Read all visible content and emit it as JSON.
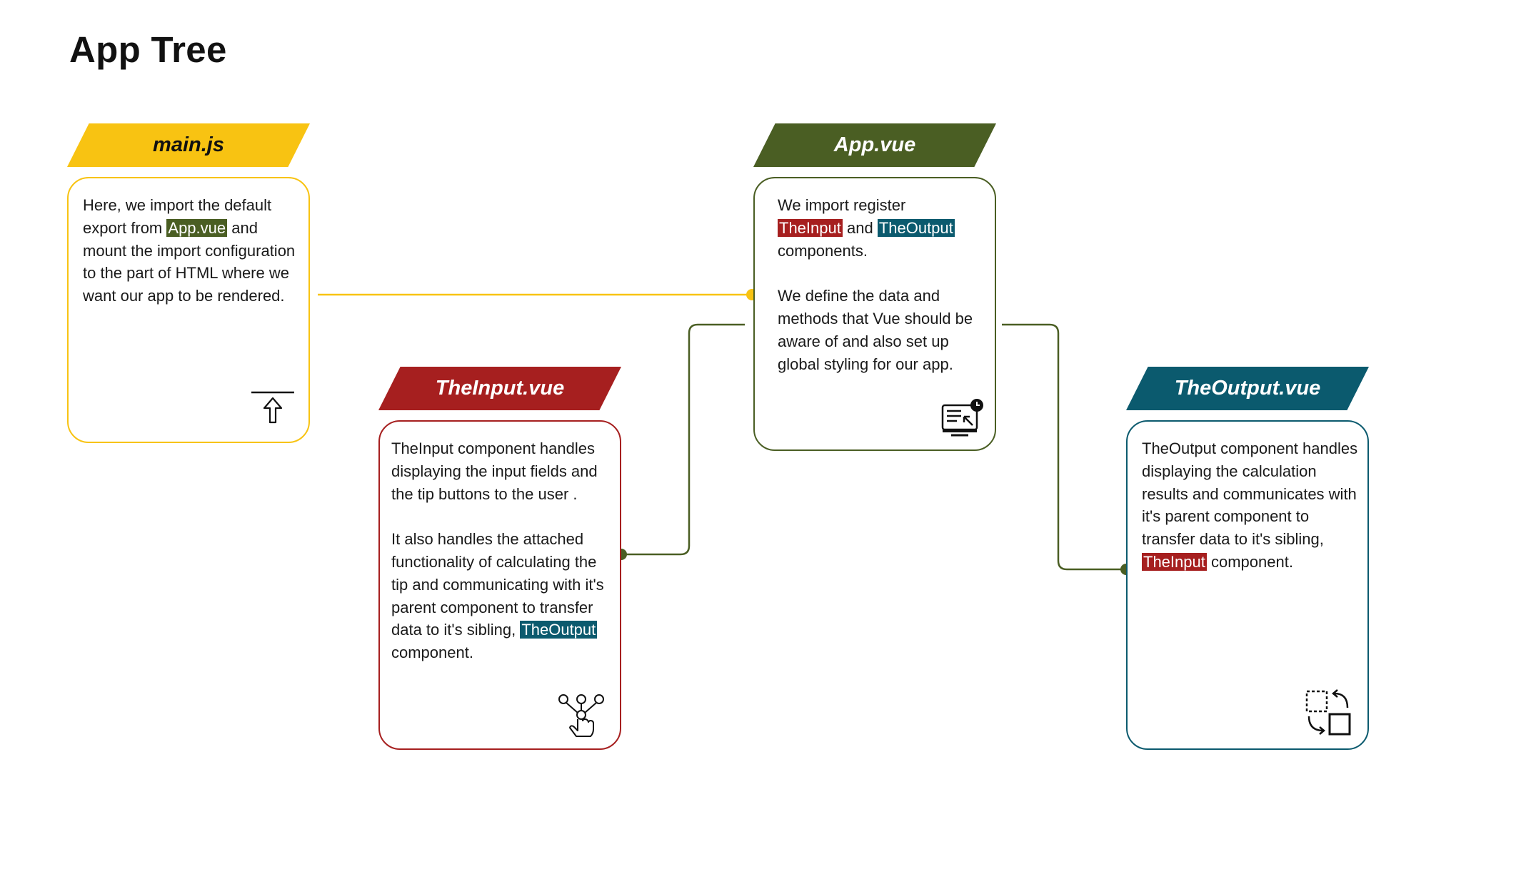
{
  "title": "App Tree",
  "colors": {
    "main": "#f8c312",
    "app": "#4a5e23",
    "input": "#a61f1f",
    "output": "#0b5a6e"
  },
  "nodes": {
    "main": {
      "tab": "main.js",
      "text": {
        "p1": "Here, we import the default export from",
        "hl1": "App.vue",
        "p2": "and mount the import configuration to the part of HTML where we want our app to be rendered."
      },
      "icon": "upload-icon"
    },
    "app": {
      "tab": "App.vue",
      "text": {
        "p1": "We import  register",
        "hl1": "TheInput",
        "mid": "and",
        "hl2": "TheOutput",
        "p2": "components.",
        "p3": "We define the data and methods that Vue should be aware of and also set up global styling for our app."
      },
      "icon": "monitor-clock-icon"
    },
    "input": {
      "tab": "TheInput.vue",
      "text": {
        "p1": "TheInput component handles displaying the input fields and the tip buttons to the user .",
        "p2": "It also handles the attached functionality of calculating the tip and communicating with it's parent component to transfer data to it's sibling,",
        "hl1": "TheOutput",
        "p3": "component."
      },
      "icon": "hand-pointer-network-icon"
    },
    "output": {
      "tab": "TheOutput.vue",
      "text": {
        "p1": "TheOutput component handles displaying the calculation results and communicates with it's parent component to transfer data to it's sibling,",
        "hl1": "TheInput",
        "p2": "component."
      },
      "icon": "transform-icon"
    }
  }
}
